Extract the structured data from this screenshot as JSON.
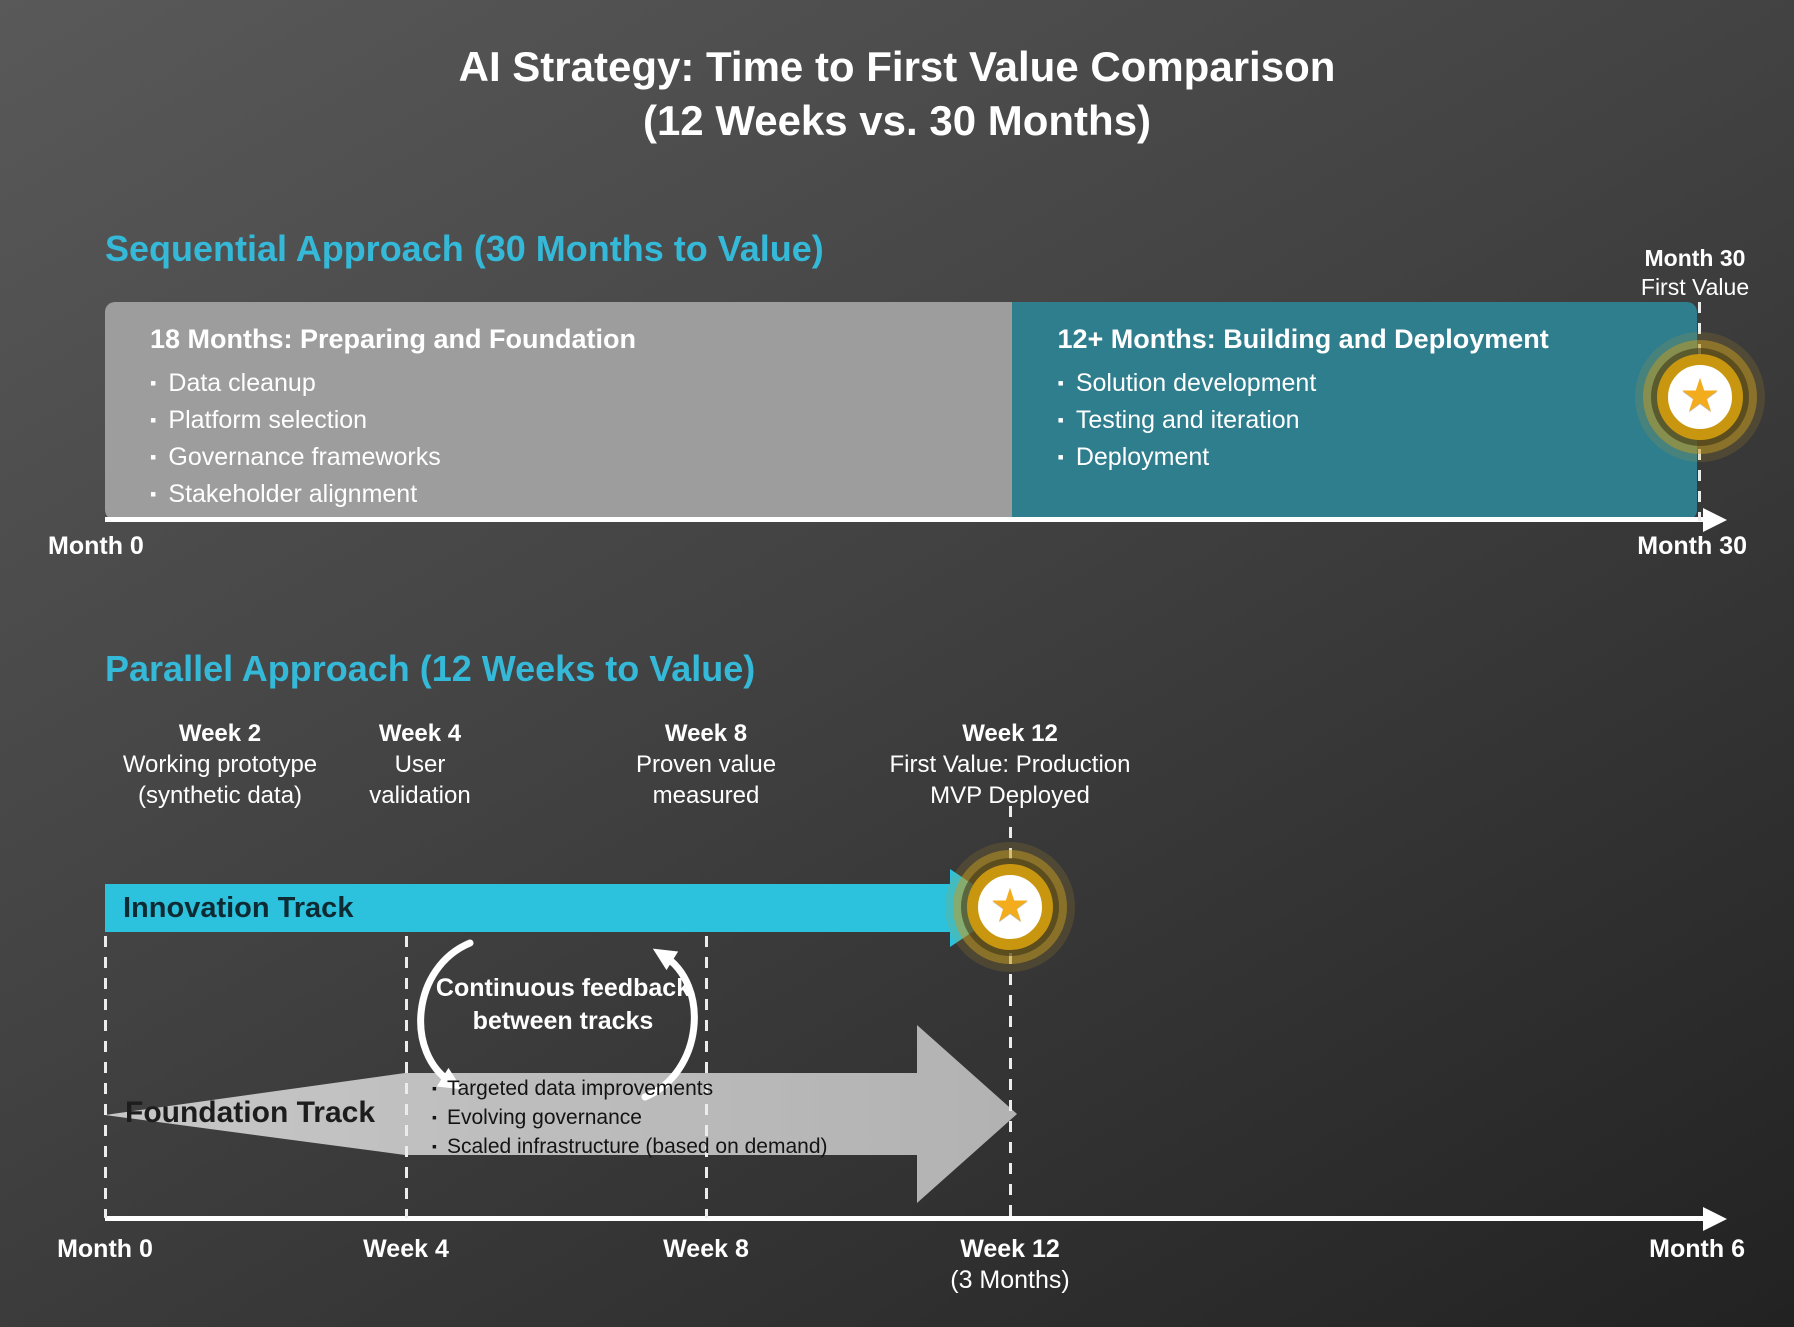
{
  "title": {
    "line1": "AI Strategy: Time to First Value Comparison",
    "line2": "(12 Weeks vs. 30 Months)"
  },
  "icons": {
    "star": "★"
  },
  "colors": {
    "accent_cyan": "#35b9d8",
    "innovation_cyan": "#2cc2de",
    "teal_phase": "#2f7e8e",
    "gray_phase": "#9d9d9d",
    "foundation_gray": "#bcbcbc",
    "gold_ring": "#c9970f",
    "star_gold": "#f2ac1c",
    "background_top": "#595959",
    "background_bottom": "#222222"
  },
  "sequential": {
    "heading": "Sequential Approach (30 Months to Value)",
    "first_value_marker": {
      "line1": "Month 30",
      "line2": "First Value"
    },
    "phase1": {
      "title": "18 Months: Preparing and Foundation",
      "bullets": [
        "Data cleanup",
        "Platform selection",
        "Governance frameworks",
        "Stakeholder alignment"
      ]
    },
    "phase2": {
      "title": "12+ Months: Building and Deployment",
      "bullets": [
        "Solution development",
        "Testing and iteration",
        "Deployment"
      ]
    },
    "axis": {
      "start_label": "Month 0",
      "end_label": "Month 30"
    }
  },
  "parallel": {
    "heading": "Parallel Approach (12 Weeks to Value)",
    "milestones": [
      {
        "week": "Week 2",
        "line1": "Working prototype",
        "line2": "(synthetic data)"
      },
      {
        "week": "Week 4",
        "line1": "User",
        "line2": "validation"
      },
      {
        "week": "Week 8",
        "line1": "Proven value",
        "line2": "measured"
      },
      {
        "week": "Week 12",
        "line1": "First Value: Production",
        "line2": "MVP Deployed"
      }
    ],
    "innovation_track": {
      "label": "Innovation Track"
    },
    "feedback": {
      "line1": "Continuous feedback",
      "line2": "between tracks"
    },
    "foundation_track": {
      "label": "Foundation Track",
      "bullets": [
        "Targeted data improvements",
        "Evolving governance",
        "Scaled infrastructure (based on demand)"
      ]
    },
    "axis": {
      "start_label": "Month 0",
      "tick1": "Week 4",
      "tick2": "Week 8",
      "tick3": "Week 12",
      "tick3_sub": "(3 Months)",
      "end_label": "Month 6"
    }
  }
}
